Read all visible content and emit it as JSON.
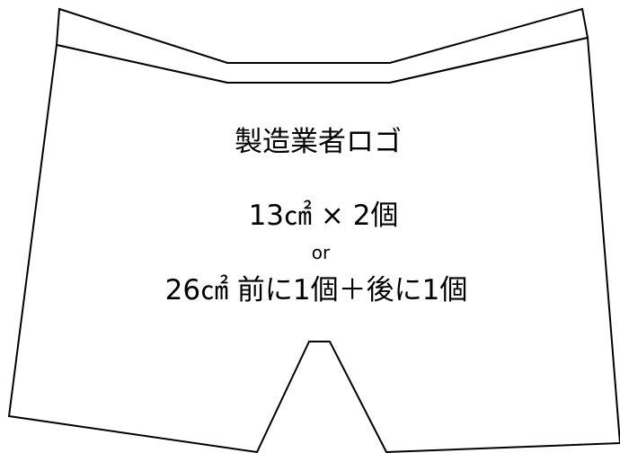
{
  "labels": {
    "logo_text": "製造業者ロゴ",
    "size_option_1": "13㎠ × 2個",
    "or_text": "or",
    "size_option_2": "26㎠ 前に1個＋後に1個"
  },
  "colors": {
    "line": "#000000",
    "fill": "#ffffff"
  }
}
